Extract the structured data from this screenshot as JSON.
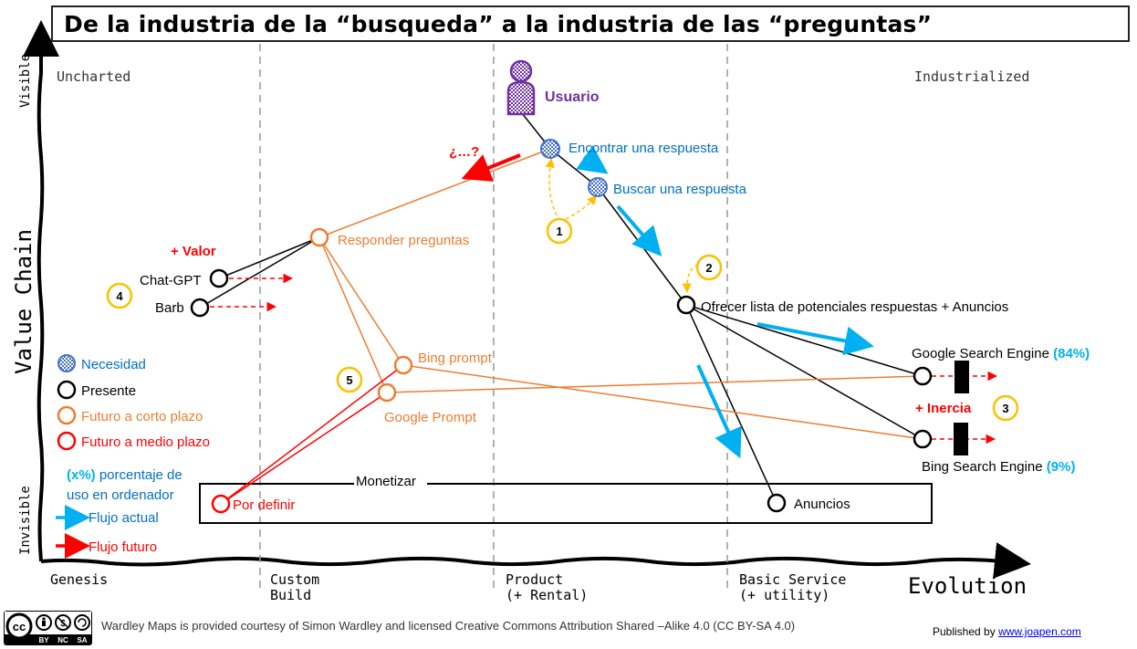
{
  "title": "De la industria de la “busqueda” a la industria de las “preguntas”",
  "axes": {
    "y_label": "Value Chain",
    "y_top": "Visible",
    "y_bottom": "Invisible",
    "x_label": "Evolution",
    "stages": [
      "Genesis",
      "Custom Build",
      "Product (+ Rental)",
      "Basic Service (+ utility)"
    ],
    "stage_lines": [
      [
        "Genesis"
      ],
      [
        "Custom",
        "Build"
      ],
      [
        "Product",
        "(+ Rental)"
      ],
      [
        "Basic Service",
        "(+ utility)"
      ]
    ],
    "uncharted": "Uncharted",
    "industrialized": "Industrialized"
  },
  "components": {
    "usuario": "Usuario",
    "encontrar": "Encontrar una respuesta",
    "buscar": "Buscar una respuesta",
    "responder": "Responder preguntas",
    "chatgpt": "Chat-GPT",
    "barb": "Barb",
    "ofrecer": "Ofrecer lista de potenciales respuestas + Anuncios",
    "google_se": "Google Search Engine",
    "google_se_pct": "(84%)",
    "bing_se": "Bing Search Engine",
    "bing_se_pct": "(9%)",
    "bing_prompt": "Bing prompt",
    "google_prompt": "Google Prompt",
    "por_definir": "Por definir",
    "anuncios": "Anuncios",
    "monetizar": "Monetizar"
  },
  "annotations": {
    "valor": "+ Valor",
    "inercia": "+ Inercia",
    "question": "¿…?",
    "markers": [
      "1",
      "2",
      "3",
      "4",
      "5"
    ]
  },
  "legend": {
    "necesidad": "Necesidad",
    "presente": "Presente",
    "corto": "Futuro a corto plazo",
    "medio": "Futuro a medio plazo",
    "pct_lines": [
      "porcentaje de",
      "uso en ordenador"
    ],
    "pct_prefix": "(x%)",
    "flujo_actual": "Flujo actual",
    "flujo_futuro": "Flujo futuro"
  },
  "footer": {
    "credit": "Wardley Maps is provided courtesy of Simon Wardley and licensed  Creative Commons Attribution Shared –Alike 4.0 (CC BY-SA 4.0)",
    "published_by": "Published by",
    "published_link": "www.joapen.com",
    "cc_labels": [
      "BY",
      "NC",
      "SA"
    ]
  },
  "colors": {
    "present": "#000000",
    "short_term": "#ed7d31",
    "mid_term": "#ff0000",
    "need": "#4472c4",
    "current_flow": "#00b0f0",
    "user": "#7030a0",
    "marker": "#ffc000",
    "blue_text": "#0070c0"
  }
}
